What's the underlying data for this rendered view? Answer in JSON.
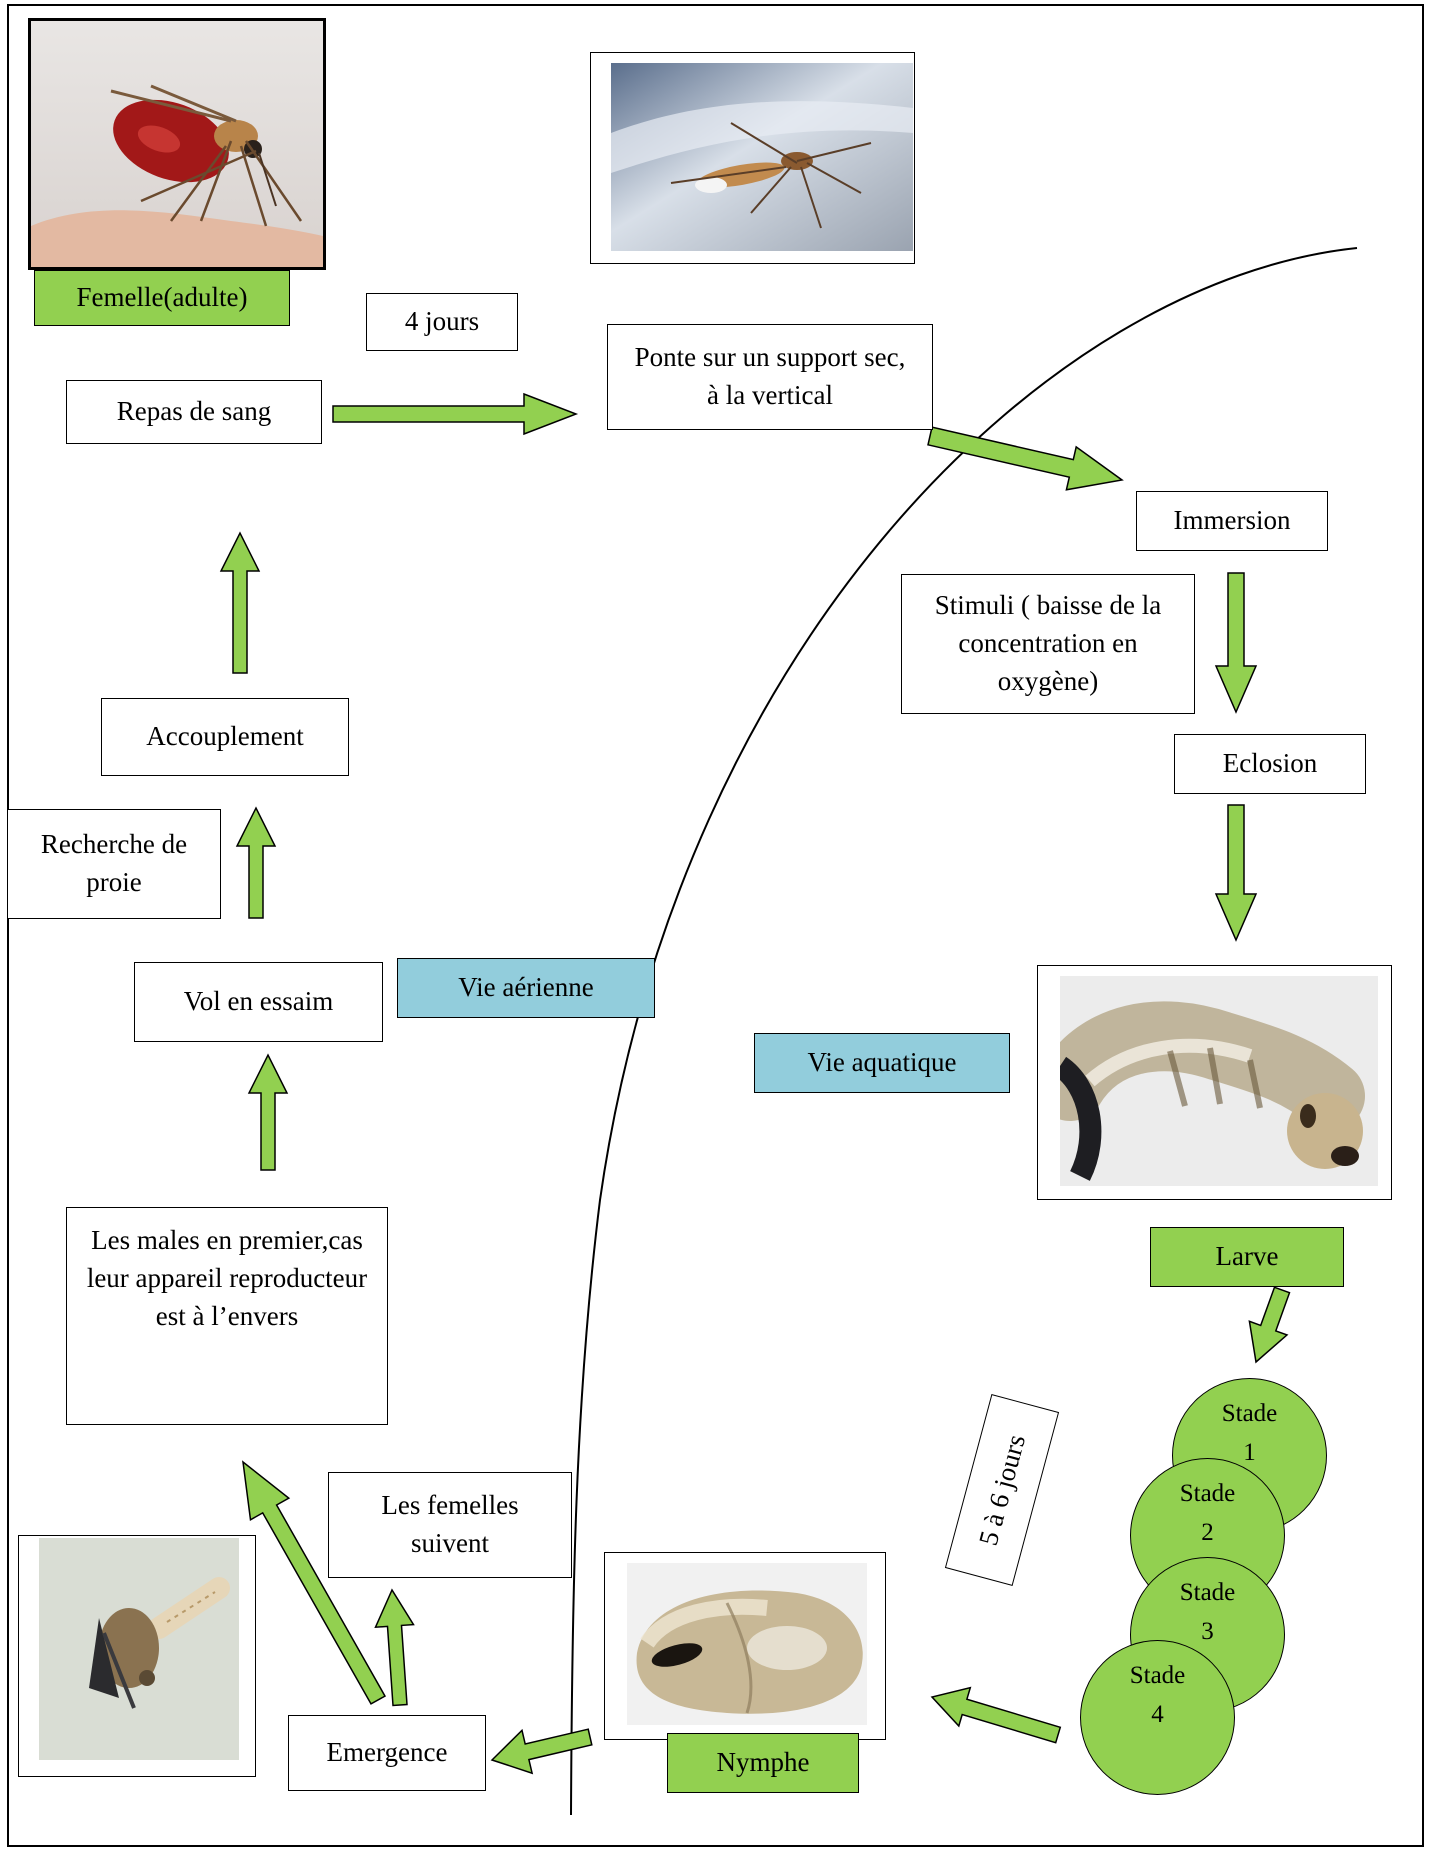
{
  "labels": {
    "femelle_adulte": "Femelle(adulte)",
    "quatre_jours": "4 jours",
    "repas_de_sang": "Repas de sang",
    "ponte": "Ponte sur un support sec, à la vertical",
    "immersion": "Immersion",
    "stimuli": "Stimuli ( baisse de la concentration en oxygène)",
    "eclosion": "Eclosion",
    "accouplement": "Accouplement",
    "recherche_de_proie": "Recherche de proie",
    "vol_en_essaim": "Vol en essaim",
    "vie_aerienne": "Vie aérienne",
    "vie_aquatique": "Vie aquatique",
    "larve": "Larve",
    "males_premier": "Les males en premier,cas leur appareil reproducteur est à l’envers",
    "femelles_suivent": "Les femelles suivent",
    "emergence": "Emergence",
    "nymphe": "Nymphe",
    "cinq_six_jours": "5 à 6 jours"
  },
  "stages": [
    "Stade 1",
    "Stade 2",
    "Stade 3",
    "Stade 4"
  ],
  "photos": {
    "adult_female": "mosquito-feeding-photo",
    "ovipositing": "mosquito-laying-photo",
    "larva": "larva-photo",
    "pupa": "pupa-photo",
    "emerging_adult": "emerging-adult-photo"
  },
  "colors": {
    "green_fill": "#92d050",
    "blue_fill": "#92cddc",
    "arrow_fill": "#92d050",
    "outline": "#000000"
  }
}
